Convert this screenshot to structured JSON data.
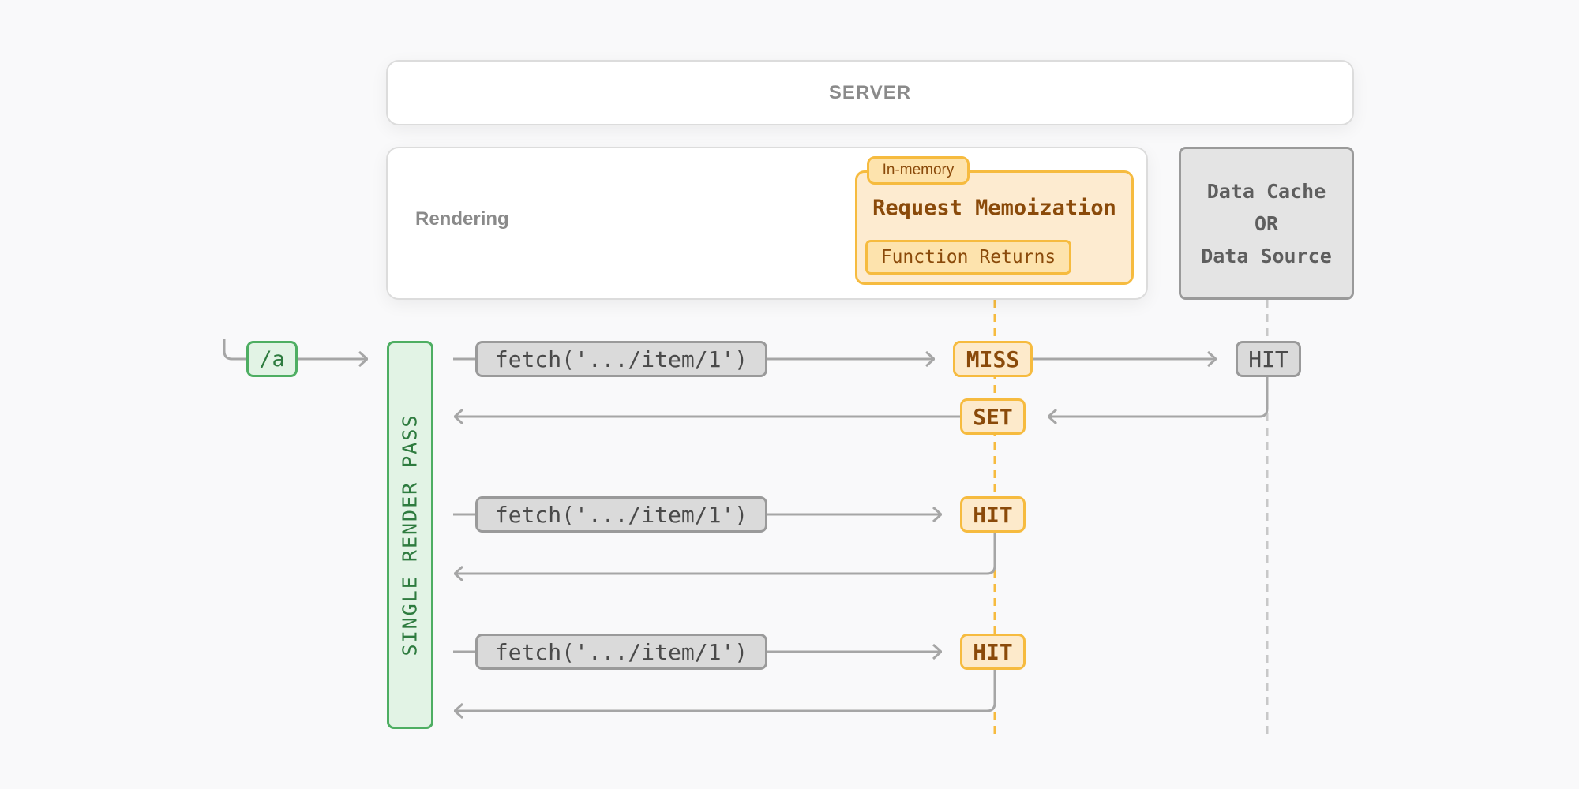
{
  "server": {
    "label": "SERVER"
  },
  "rendering": {
    "label": "Rendering",
    "memoization": {
      "tag": "In-memory",
      "title": "Request Memoization",
      "inner_label": "Function Returns"
    }
  },
  "data_cache": {
    "line1": "Data Cache",
    "line2": "OR",
    "line3": "Data Source"
  },
  "route": {
    "label": "/a"
  },
  "render_pass": {
    "label": "SINGLE RENDER PASS"
  },
  "requests": [
    {
      "fetch": "fetch('.../item/1')",
      "memo_result": "MISS",
      "memo_set": "SET",
      "cache_result": "HIT"
    },
    {
      "fetch": "fetch('.../item/1')",
      "memo_result": "HIT"
    },
    {
      "fetch": "fetch('.../item/1')",
      "memo_result": "HIT"
    }
  ],
  "colors": {
    "green_border": "#4eae62",
    "green_fill": "#e2f3e5",
    "orange_border": "#f6bb3f",
    "orange_fill": "#fdeacb",
    "gray_border": "#9a9a9a",
    "gray_fill": "#dadada",
    "line": "#a6a6a6"
  }
}
